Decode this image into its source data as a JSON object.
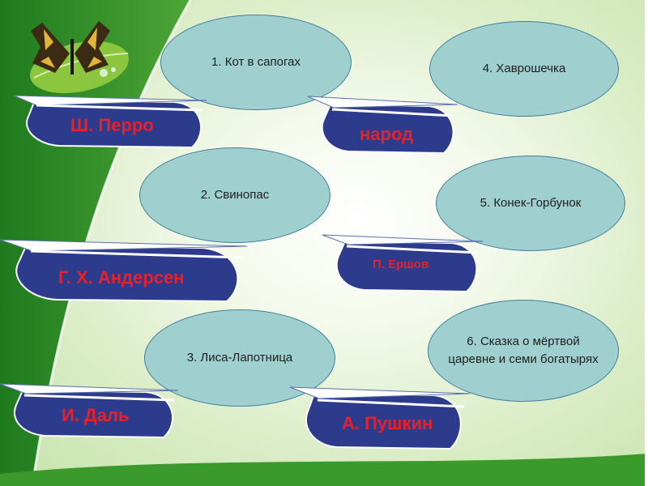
{
  "titles": [
    "1. Кот в сапогах",
    "2. Свинопас",
    "3. Лиса-Лапотница",
    "4. Хаврошечка",
    "5. Конек-Горбунок",
    "6. Сказка о мёртвой царевне и семи богатырях"
  ],
  "authors": [
    "Ш. Перро",
    "Г. Х. Андерсен",
    "И. Даль",
    "народ",
    "П. Ершов",
    "А. Пушкин"
  ],
  "colors": {
    "oval_fill": "#9fd0cf",
    "oval_border": "#3f7f99",
    "banner_fill": "#2c3b8c",
    "author_text": "#e8202a",
    "green_band": "#2f8c2a"
  },
  "decor": {
    "image": "butterfly-on-leaf"
  }
}
